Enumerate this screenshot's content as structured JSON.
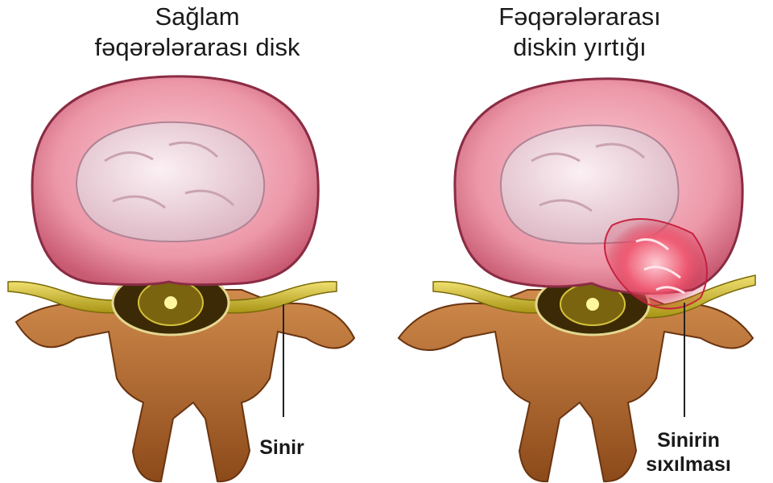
{
  "panels": {
    "healthy": {
      "title": "Sağlam\nfəqərələrarası disk",
      "label": "Sinir"
    },
    "herniated": {
      "title": "Fəqərələrarası\ndiskin yırtığı",
      "label": "Sinirin\nsıxılması"
    }
  },
  "colors": {
    "annulus": "#e98a9c",
    "annulus_light": "#f6b6c2",
    "nucleus": "#f1d8e0",
    "bone": "#b86a2c",
    "bone_dark": "#7a3c12",
    "nerve": "#d8c22a",
    "herniation": "#e8324f"
  }
}
